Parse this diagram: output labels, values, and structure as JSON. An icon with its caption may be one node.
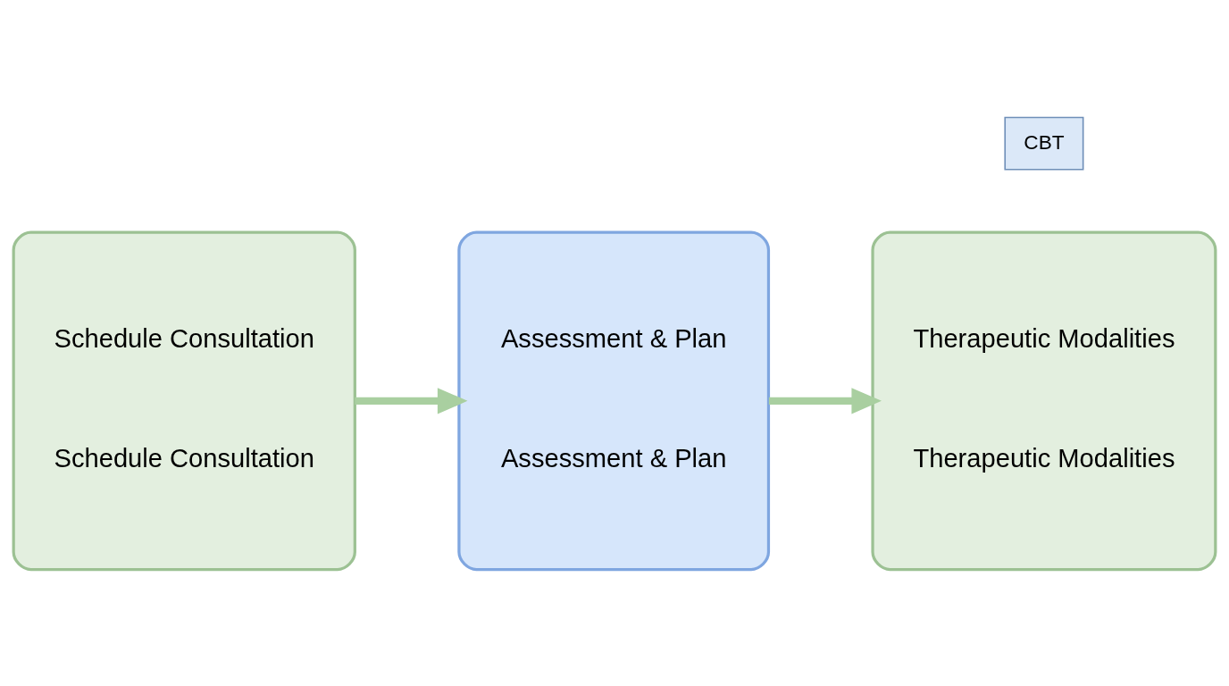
{
  "diagram": {
    "nodes": [
      {
        "text": [
          "Schedule Consultation",
          "Schedule Consultation"
        ]
      },
      {
        "text": [
          "Assessment & Plan",
          "Assessment & Plan"
        ]
      },
      {
        "text": [
          "Therapeutic Modalities",
          "Therapeutic Modalities"
        ]
      }
    ],
    "edges": [
      {
        "from": 0,
        "to": 1,
        "arrow": "to"
      },
      {
        "from": 1,
        "to": 2,
        "arrow": "to"
      }
    ],
    "labels": [
      "CBT"
    ]
  }
}
